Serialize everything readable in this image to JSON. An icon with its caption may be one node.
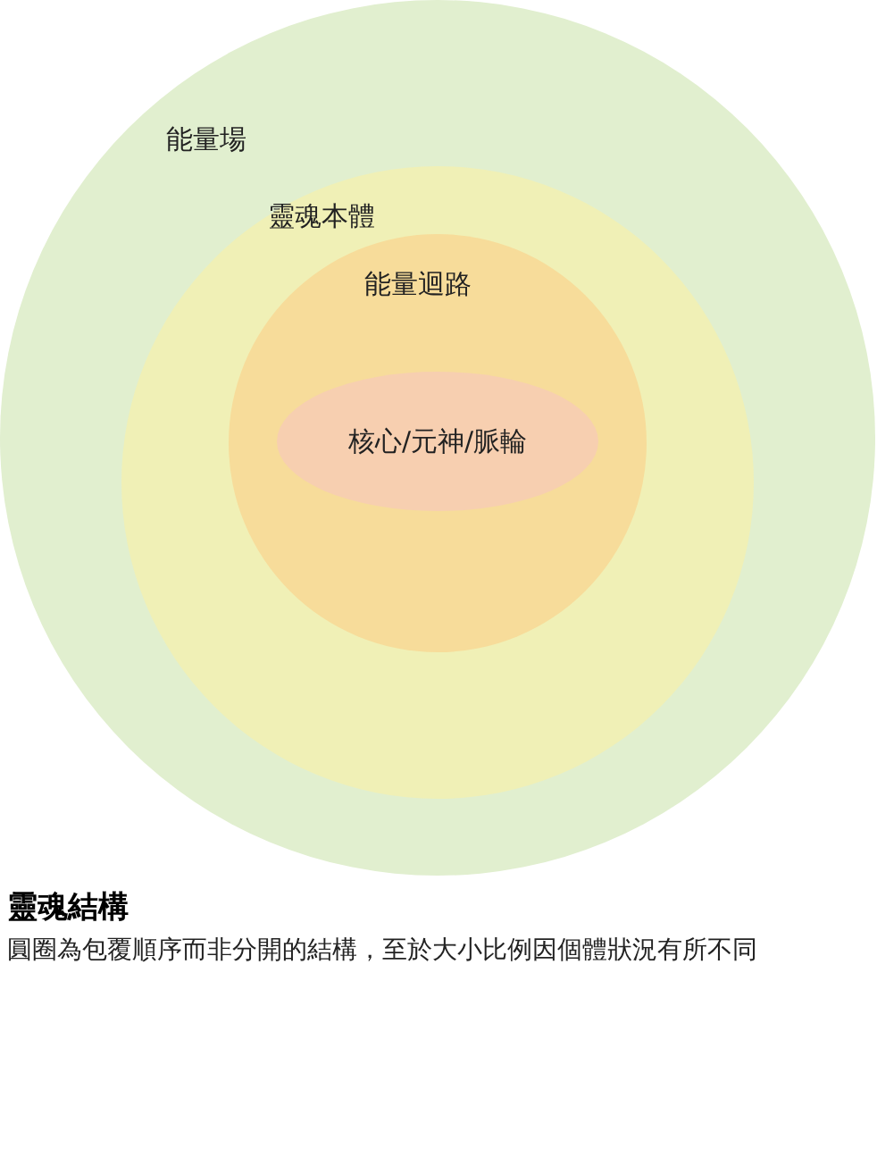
{
  "diagram": {
    "title": "靈魂結構",
    "caption": "圓圈為包覆順序而非分開的結構，至於大小比例因個體狀況有所不同",
    "nodes": [
      {
        "text": [
          "能量場"
        ]
      },
      {
        "text": [
          "靈魂本體"
        ],
        "in": 0
      },
      {
        "text": [
          "能量迴路"
        ],
        "in": 1
      },
      {
        "text": [
          "核心/元神/脈輪"
        ],
        "in": 2
      }
    ]
  }
}
